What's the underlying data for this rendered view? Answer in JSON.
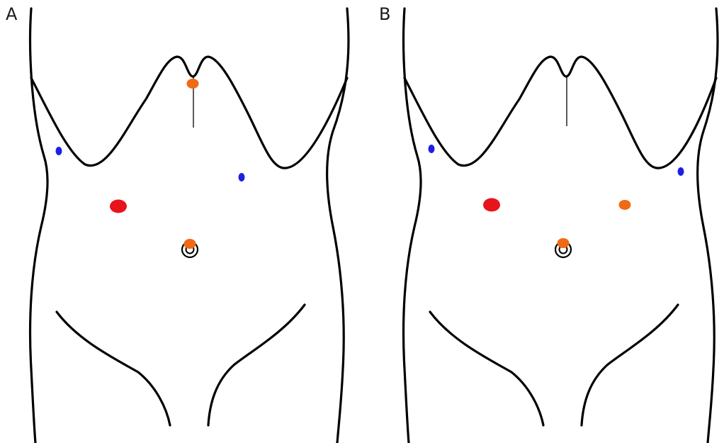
{
  "panels": [
    {
      "label": "A",
      "markers": [
        {
          "name": "large-red-port-marker",
          "color": "#e8141b",
          "size": "large"
        },
        {
          "name": "orange-port-marker-xiphoid",
          "color": "#f06a14",
          "size": "small"
        },
        {
          "name": "orange-port-marker-umbilicus",
          "color": "#f06a14",
          "size": "small"
        },
        {
          "name": "blue-port-marker-right",
          "color": "#1e1ee6",
          "size": "tiny"
        },
        {
          "name": "blue-port-marker-left",
          "color": "#1e1ee6",
          "size": "tiny"
        }
      ]
    },
    {
      "label": "B",
      "markers": [
        {
          "name": "large-red-port-marker",
          "color": "#e8141b",
          "size": "large"
        },
        {
          "name": "orange-port-marker-left-abdomen",
          "color": "#f06a14",
          "size": "small"
        },
        {
          "name": "orange-port-marker-umbilicus",
          "color": "#f06a14",
          "size": "small"
        },
        {
          "name": "blue-port-marker-right",
          "color": "#1e1ee6",
          "size": "tiny"
        },
        {
          "name": "blue-port-marker-left",
          "color": "#1e1ee6",
          "size": "tiny"
        }
      ]
    }
  ]
}
